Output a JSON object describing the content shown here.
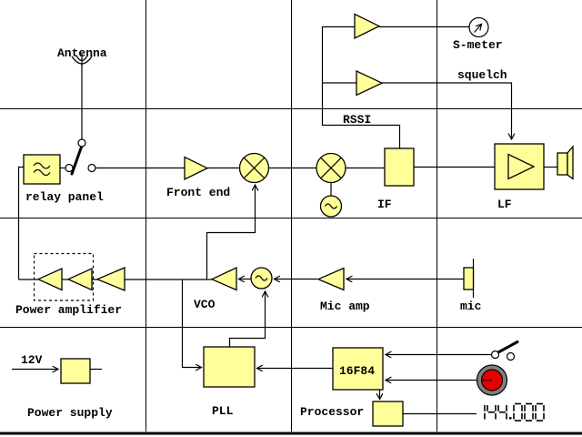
{
  "diagram": {
    "type": "transceiver-block-diagram",
    "labels": {
      "antenna": "Antenna",
      "relay_panel": "relay panel",
      "front_end": "Front end",
      "rssi": "RSSI",
      "s_meter": "S-meter",
      "squelch": "squelch",
      "if_block": "IF",
      "lf_block": "LF",
      "vco": "VCO",
      "power_amplifier": "Power amplifier",
      "mic_amp": "Mic amp",
      "mic": "mic",
      "supply_voltage": "12V",
      "power_supply": "Power supply",
      "pll": "PLL",
      "processor_chip": "16F84",
      "processor": "Processor"
    },
    "display": {
      "frequency": "144.000"
    },
    "colors": {
      "block_fill": "#FFFF99",
      "line": "#000000",
      "background": "#FFFFFF",
      "knob_ring": "#808080",
      "knob_red": "#E60000",
      "knob_pointer": "#550000"
    }
  }
}
